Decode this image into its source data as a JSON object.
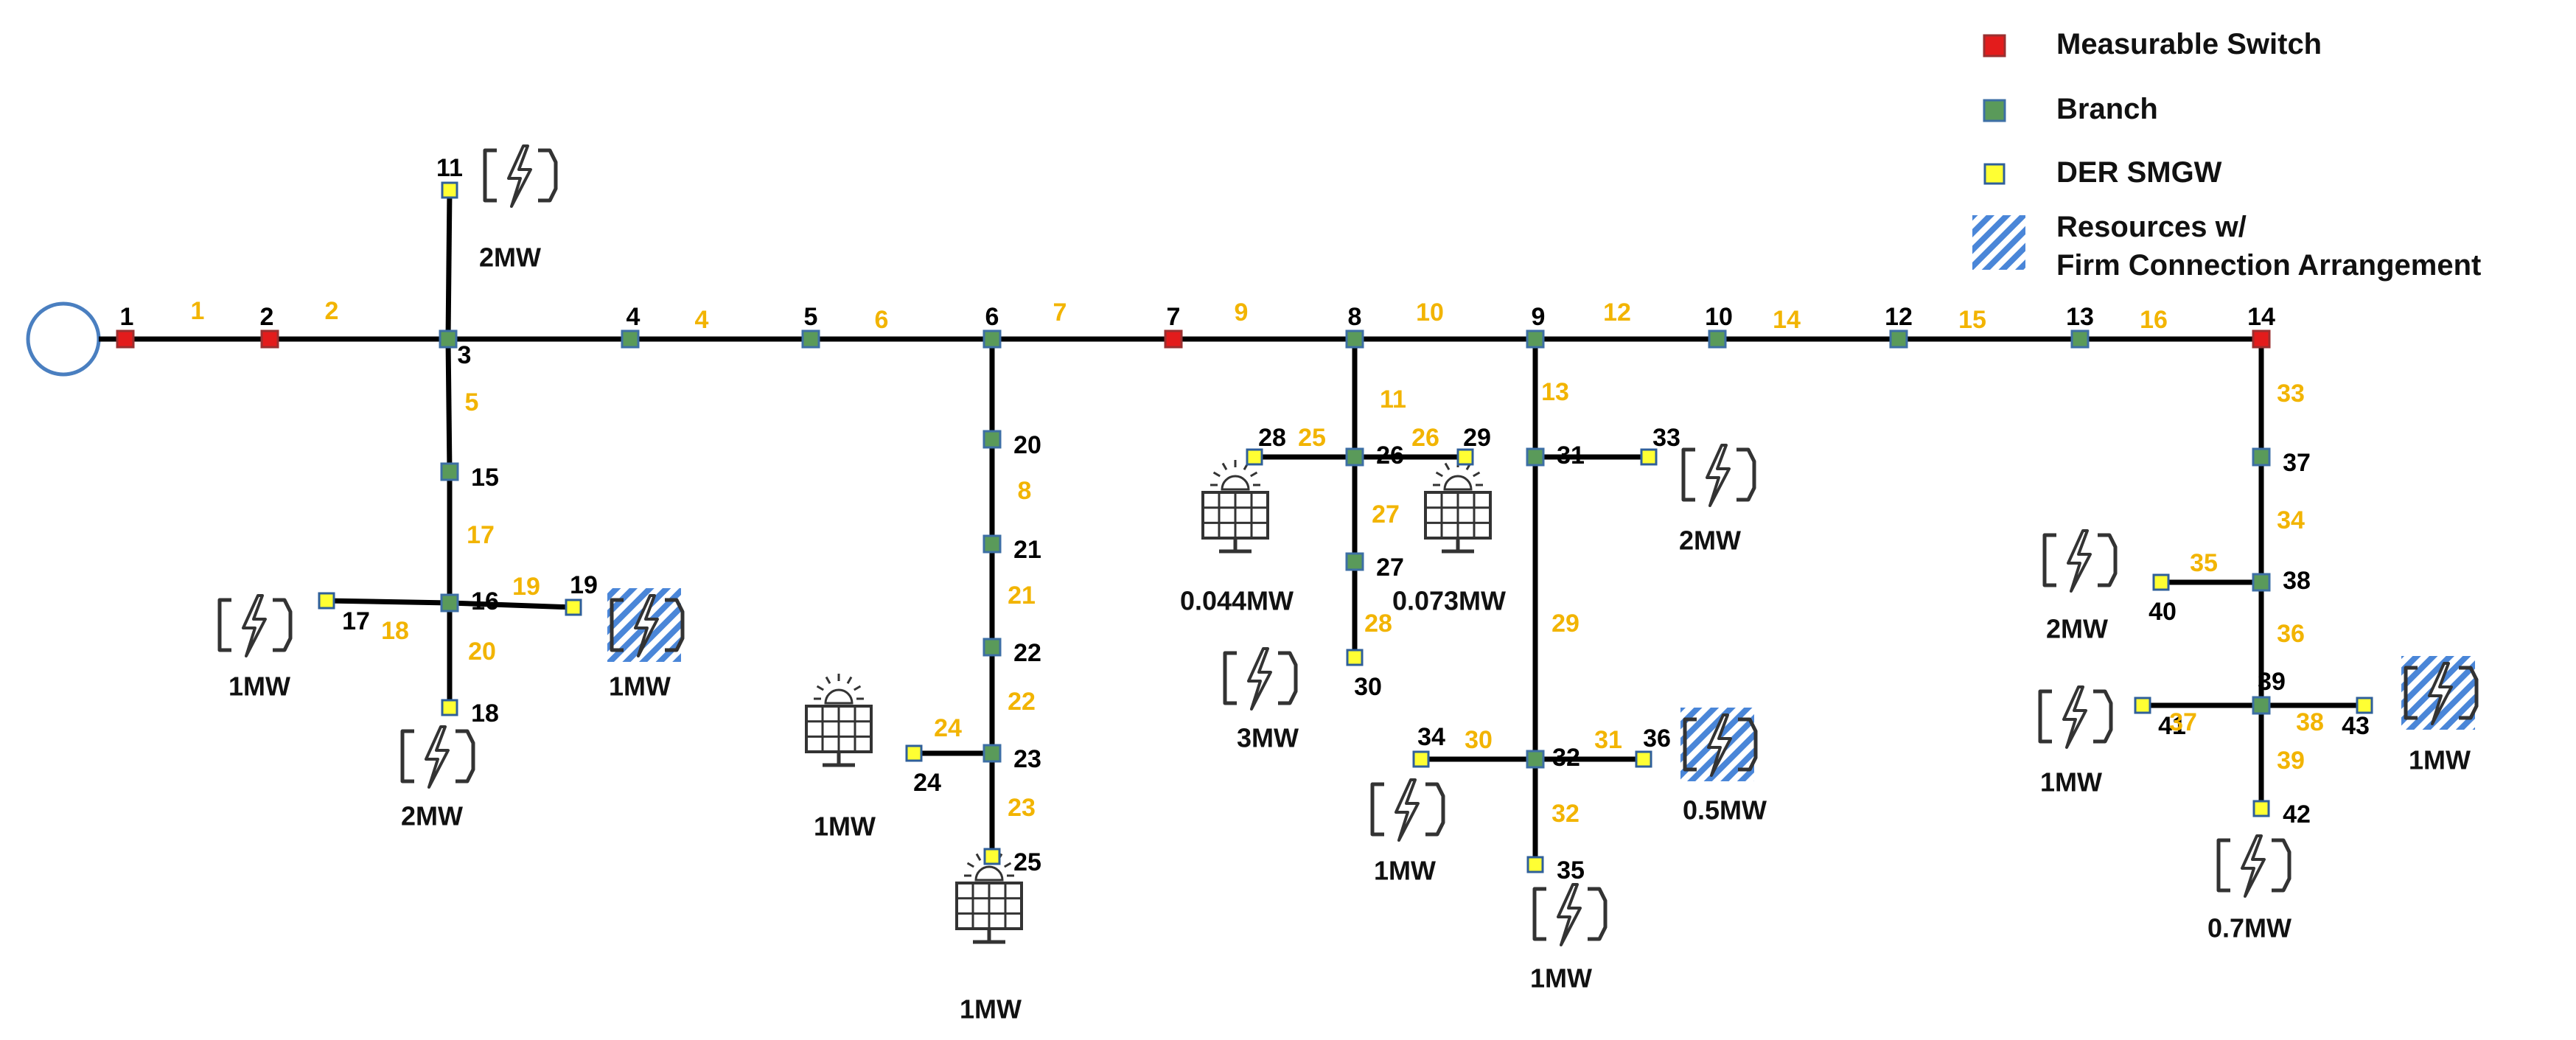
{
  "colors": {
    "line": "#000000",
    "switch": "#e31c1c",
    "branch": "#5a9a5a",
    "der": "#ffff33",
    "section_label": "#f2b400",
    "node_label": "#000000",
    "hatch": "#4a86d8",
    "icon": "#333333"
  },
  "legend": [
    {
      "type": "switch",
      "label": "Measurable Switch"
    },
    {
      "type": "branch",
      "label": "Branch"
    },
    {
      "type": "der",
      "label": "DER SMGW"
    },
    {
      "type": "hatch",
      "label": "Resources w/\nFirm Connection Arrangement"
    }
  ],
  "nodes": [
    {
      "id": "1",
      "type": "switch"
    },
    {
      "id": "2",
      "type": "switch"
    },
    {
      "id": "3",
      "type": "branch"
    },
    {
      "id": "4",
      "type": "branch"
    },
    {
      "id": "5",
      "type": "branch"
    },
    {
      "id": "6",
      "type": "branch"
    },
    {
      "id": "7",
      "type": "switch"
    },
    {
      "id": "8",
      "type": "branch"
    },
    {
      "id": "9",
      "type": "branch"
    },
    {
      "id": "10",
      "type": "branch"
    },
    {
      "id": "12",
      "type": "branch"
    },
    {
      "id": "13",
      "type": "branch"
    },
    {
      "id": "14",
      "type": "switch"
    },
    {
      "id": "11",
      "type": "der"
    },
    {
      "id": "15",
      "type": "branch"
    },
    {
      "id": "16",
      "type": "branch"
    },
    {
      "id": "17",
      "type": "der"
    },
    {
      "id": "18",
      "type": "der"
    },
    {
      "id": "19",
      "type": "der"
    },
    {
      "id": "20",
      "type": "branch"
    },
    {
      "id": "21",
      "type": "branch"
    },
    {
      "id": "22",
      "type": "branch"
    },
    {
      "id": "23",
      "type": "branch"
    },
    {
      "id": "24",
      "type": "der"
    },
    {
      "id": "25",
      "type": "der"
    },
    {
      "id": "26",
      "type": "branch"
    },
    {
      "id": "27",
      "type": "branch"
    },
    {
      "id": "28",
      "type": "der"
    },
    {
      "id": "29",
      "type": "der"
    },
    {
      "id": "30",
      "type": "der"
    },
    {
      "id": "31",
      "type": "branch"
    },
    {
      "id": "32",
      "type": "branch"
    },
    {
      "id": "33",
      "type": "der"
    },
    {
      "id": "34",
      "type": "der"
    },
    {
      "id": "35",
      "type": "der"
    },
    {
      "id": "36",
      "type": "der"
    },
    {
      "id": "37",
      "type": "branch"
    },
    {
      "id": "38",
      "type": "branch"
    },
    {
      "id": "39",
      "type": "branch"
    },
    {
      "id": "40",
      "type": "der"
    },
    {
      "id": "41",
      "type": "der"
    },
    {
      "id": "42",
      "type": "der"
    },
    {
      "id": "43",
      "type": "der"
    }
  ],
  "sections": [
    "1",
    "2",
    "4",
    "5",
    "6",
    "7",
    "8",
    "9",
    "10",
    "12",
    "14",
    "15",
    "16",
    "11",
    "13",
    "17",
    "18",
    "19",
    "20",
    "21",
    "22",
    "23",
    "24",
    "25",
    "26",
    "27",
    "28",
    "29",
    "30",
    "31",
    "32",
    "33",
    "34",
    "35",
    "36",
    "37",
    "38",
    "39"
  ],
  "resources": [
    {
      "node": "11",
      "kind": "gen",
      "capacity": "2MW",
      "firm": false
    },
    {
      "node": "17",
      "kind": "gen",
      "capacity": "1MW",
      "firm": false
    },
    {
      "node": "18",
      "kind": "gen",
      "capacity": "2MW",
      "firm": false
    },
    {
      "node": "19",
      "kind": "gen",
      "capacity": "1MW",
      "firm": true
    },
    {
      "node": "24",
      "kind": "solar",
      "capacity": "1MW",
      "firm": false
    },
    {
      "node": "25",
      "kind": "solar",
      "capacity": "1MW",
      "firm": false
    },
    {
      "node": "28",
      "kind": "solar",
      "capacity": "0.044MW",
      "firm": false
    },
    {
      "node": "29",
      "kind": "solar",
      "capacity": "0.073MW",
      "firm": false
    },
    {
      "node": "30",
      "kind": "gen",
      "capacity": "3MW",
      "firm": false
    },
    {
      "node": "33",
      "kind": "gen",
      "capacity": "2MW",
      "firm": false
    },
    {
      "node": "34",
      "kind": "gen",
      "capacity": "1MW",
      "firm": false
    },
    {
      "node": "35",
      "kind": "gen",
      "capacity": "1MW",
      "firm": false
    },
    {
      "node": "36",
      "kind": "gen",
      "capacity": "0.5MW",
      "firm": true
    },
    {
      "node": "40",
      "kind": "gen",
      "capacity": "2MW",
      "firm": false
    },
    {
      "node": "41",
      "kind": "gen",
      "capacity": "1MW",
      "firm": false
    },
    {
      "node": "42",
      "kind": "gen",
      "capacity": "0.7MW",
      "firm": false
    },
    {
      "node": "43",
      "kind": "gen",
      "capacity": "1MW",
      "firm": true
    }
  ]
}
